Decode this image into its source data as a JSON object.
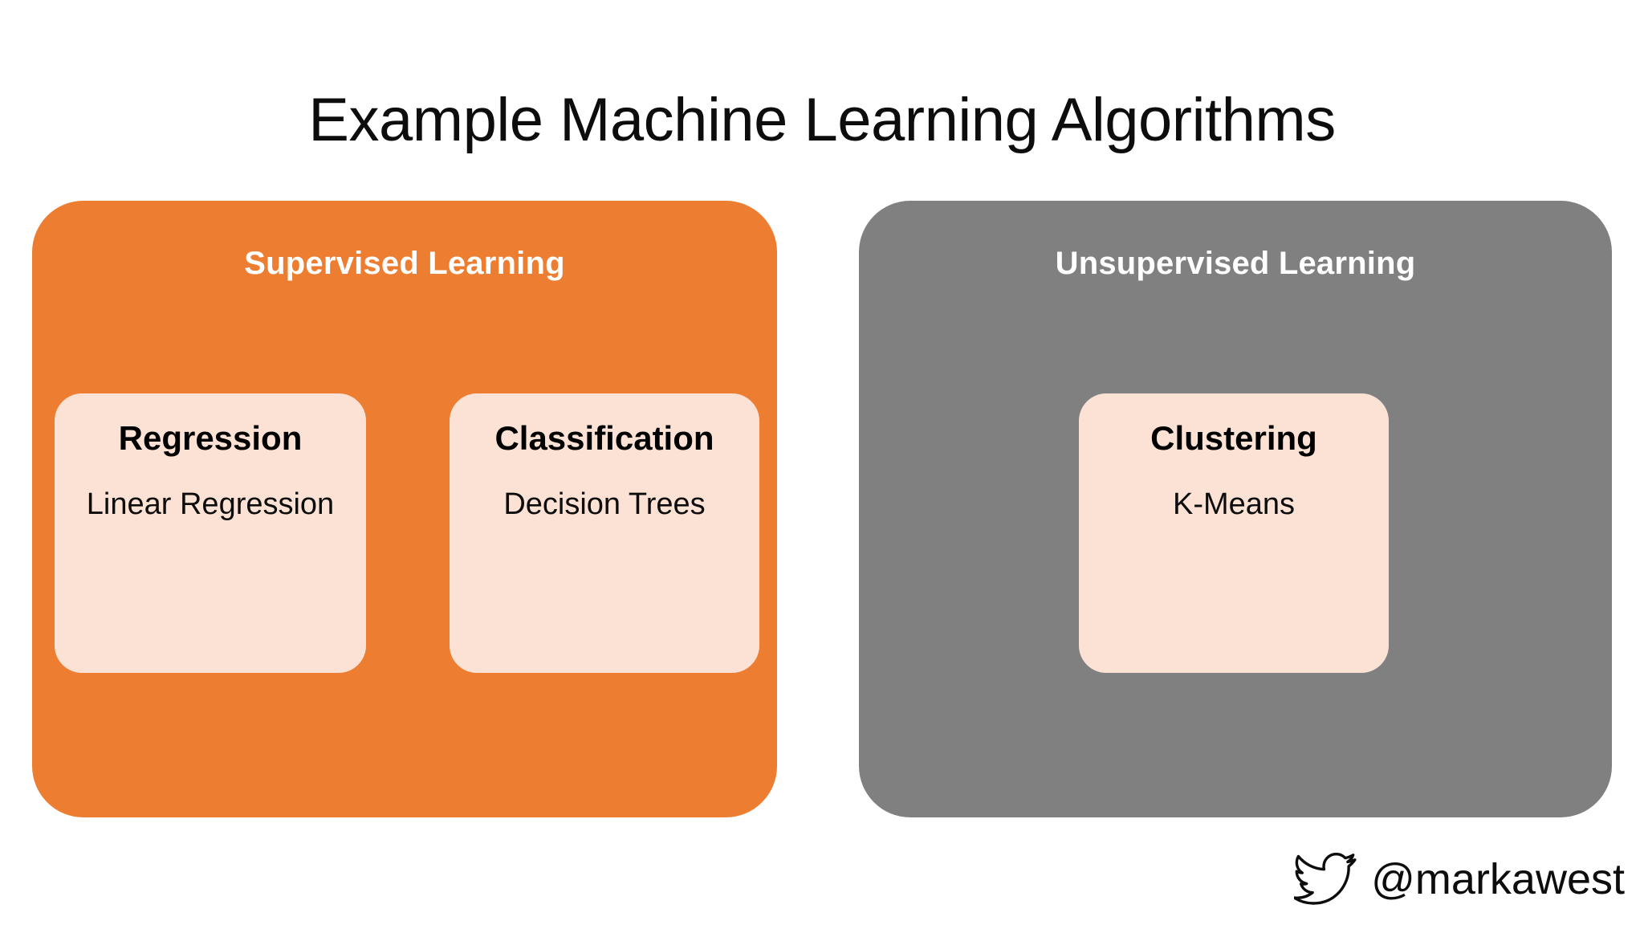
{
  "page": {
    "title": "Example Machine Learning Algorithms",
    "background_color": "#FFFFFF"
  },
  "colors": {
    "supervised_panel": "#ED7D31",
    "unsupervised_panel": "#808080",
    "card_fill": "#FCE2D5",
    "panel_header_text": "#FFFFFF",
    "body_text": "#000000"
  },
  "panels": [
    {
      "id": "supervised",
      "header": "Supervised Learning",
      "cards": [
        {
          "id": "regression",
          "title": "Regression",
          "example": "Linear Regression"
        },
        {
          "id": "classification",
          "title": "Classification",
          "example": "Decision Trees"
        }
      ]
    },
    {
      "id": "unsupervised",
      "header": "Unsupervised Learning",
      "cards": [
        {
          "id": "clustering",
          "title": "Clustering",
          "example": "K-Means"
        }
      ]
    }
  ],
  "credit": {
    "icon": "twitter-bird-icon",
    "handle": "@markawest"
  }
}
